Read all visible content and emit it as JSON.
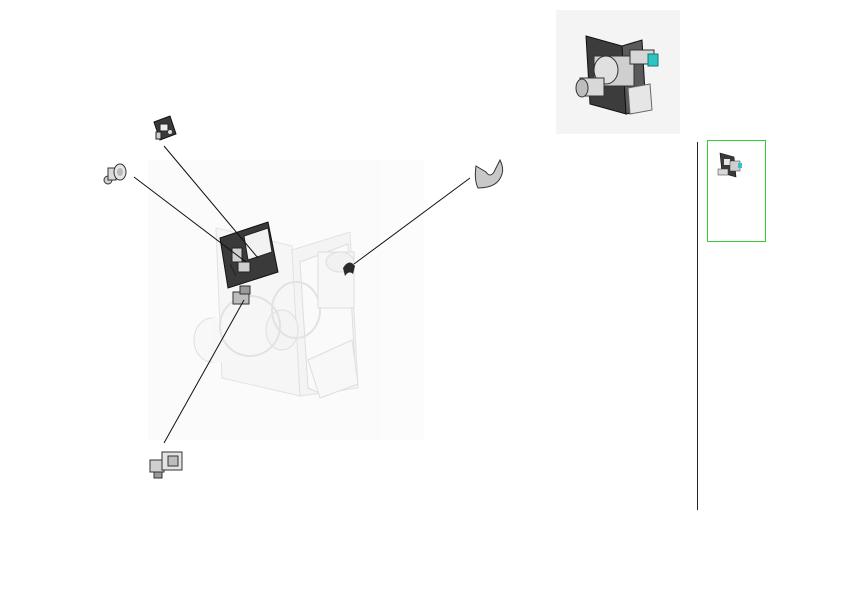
{
  "document": {
    "type": "exploded-view-assembly-illustration",
    "colors": {
      "leader": "#111111",
      "part_dark": "#3a3a3a",
      "part_light": "#d8d8d8",
      "ghost": "#efefef",
      "accent_teal": "#2fc3c3",
      "thumbnail_border": "#33cc33"
    },
    "parts": [
      {
        "name": "switch-bracket",
        "icon": "bracket-icon"
      },
      {
        "name": "stud-pin",
        "icon": "pin-icon"
      },
      {
        "name": "u-shim",
        "icon": "shim-icon"
      },
      {
        "name": "spring-clip",
        "icon": "clip-icon"
      }
    ],
    "views": [
      "assembly-overview",
      "active-thumbnail"
    ]
  }
}
